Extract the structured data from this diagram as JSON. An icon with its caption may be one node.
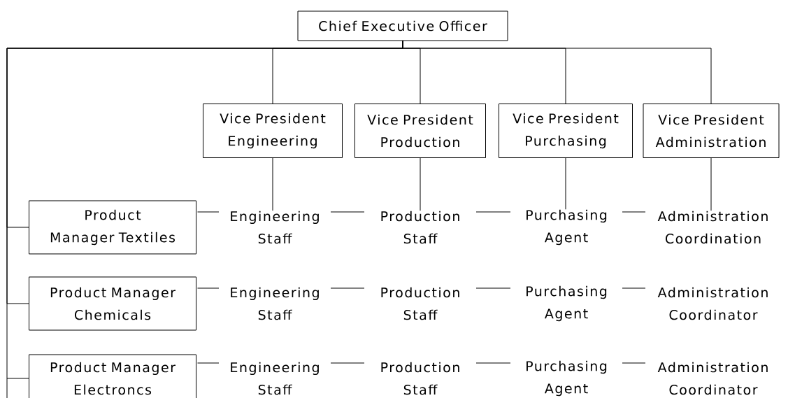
{
  "diagram": {
    "nodes": [
      {
        "text": [
          "Chief Executive Officer"
        ]
      },
      {
        "text": [
          "Vice President Engineering"
        ]
      },
      {
        "text": [
          "Vice President Production"
        ]
      },
      {
        "text": [
          "Vice President Purchasing"
        ]
      },
      {
        "text": [
          "Vice President Administration"
        ]
      },
      {
        "text": [
          "Product Manager Textiles"
        ]
      },
      {
        "text": [
          "Engineering Staff"
        ]
      },
      {
        "text": [
          "Production Staff"
        ]
      },
      {
        "text": [
          "Purchasing Agent"
        ]
      },
      {
        "text": [
          "Administration Coordination"
        ]
      },
      {
        "text": [
          "Product Manager Chemicals"
        ]
      },
      {
        "text": [
          "Engineering Staff"
        ]
      },
      {
        "text": [
          "Production Staff"
        ]
      },
      {
        "text": [
          "Purchasing Agent"
        ]
      },
      {
        "text": [
          "Administration Coordinator"
        ]
      },
      {
        "text": [
          "Product Manager Electroncs"
        ]
      },
      {
        "text": [
          "Engineering Staff"
        ]
      },
      {
        "text": [
          "Production Staff"
        ]
      },
      {
        "text": [
          "Purchasing Agent"
        ]
      },
      {
        "text": [
          "Administration Coordinator"
        ]
      }
    ],
    "edges": [
      {
        "from": 0,
        "to": 1,
        "arrow": "none"
      },
      {
        "from": 0,
        "to": 2,
        "arrow": "none"
      },
      {
        "from": 0,
        "to": 3,
        "arrow": "none"
      },
      {
        "from": 0,
        "to": 4,
        "arrow": "none"
      },
      {
        "from": 0,
        "to": 5,
        "arrow": "none"
      },
      {
        "from": 0,
        "to": 10,
        "arrow": "none"
      },
      {
        "from": 0,
        "to": 15,
        "arrow": "none"
      },
      {
        "from": 1,
        "to": 6,
        "arrow": "none"
      },
      {
        "from": 2,
        "to": 7,
        "arrow": "none"
      },
      {
        "from": 3,
        "to": 8,
        "arrow": "none"
      },
      {
        "from": 4,
        "to": 9,
        "arrow": "none"
      },
      {
        "from": 5,
        "to": 6,
        "arrow": "none"
      },
      {
        "from": 6,
        "to": 7,
        "arrow": "none"
      },
      {
        "from": 7,
        "to": 8,
        "arrow": "none"
      },
      {
        "from": 8,
        "to": 9,
        "arrow": "none"
      },
      {
        "from": 10,
        "to": 11,
        "arrow": "none"
      },
      {
        "from": 11,
        "to": 12,
        "arrow": "none"
      },
      {
        "from": 12,
        "to": 13,
        "arrow": "none"
      },
      {
        "from": 13,
        "to": 14,
        "arrow": "none"
      },
      {
        "from": 15,
        "to": 16,
        "arrow": "none"
      },
      {
        "from": 16,
        "to": 17,
        "arrow": "none"
      },
      {
        "from": 17,
        "to": 18,
        "arrow": "none"
      },
      {
        "from": 18,
        "to": 19,
        "arrow": "none"
      }
    ]
  }
}
